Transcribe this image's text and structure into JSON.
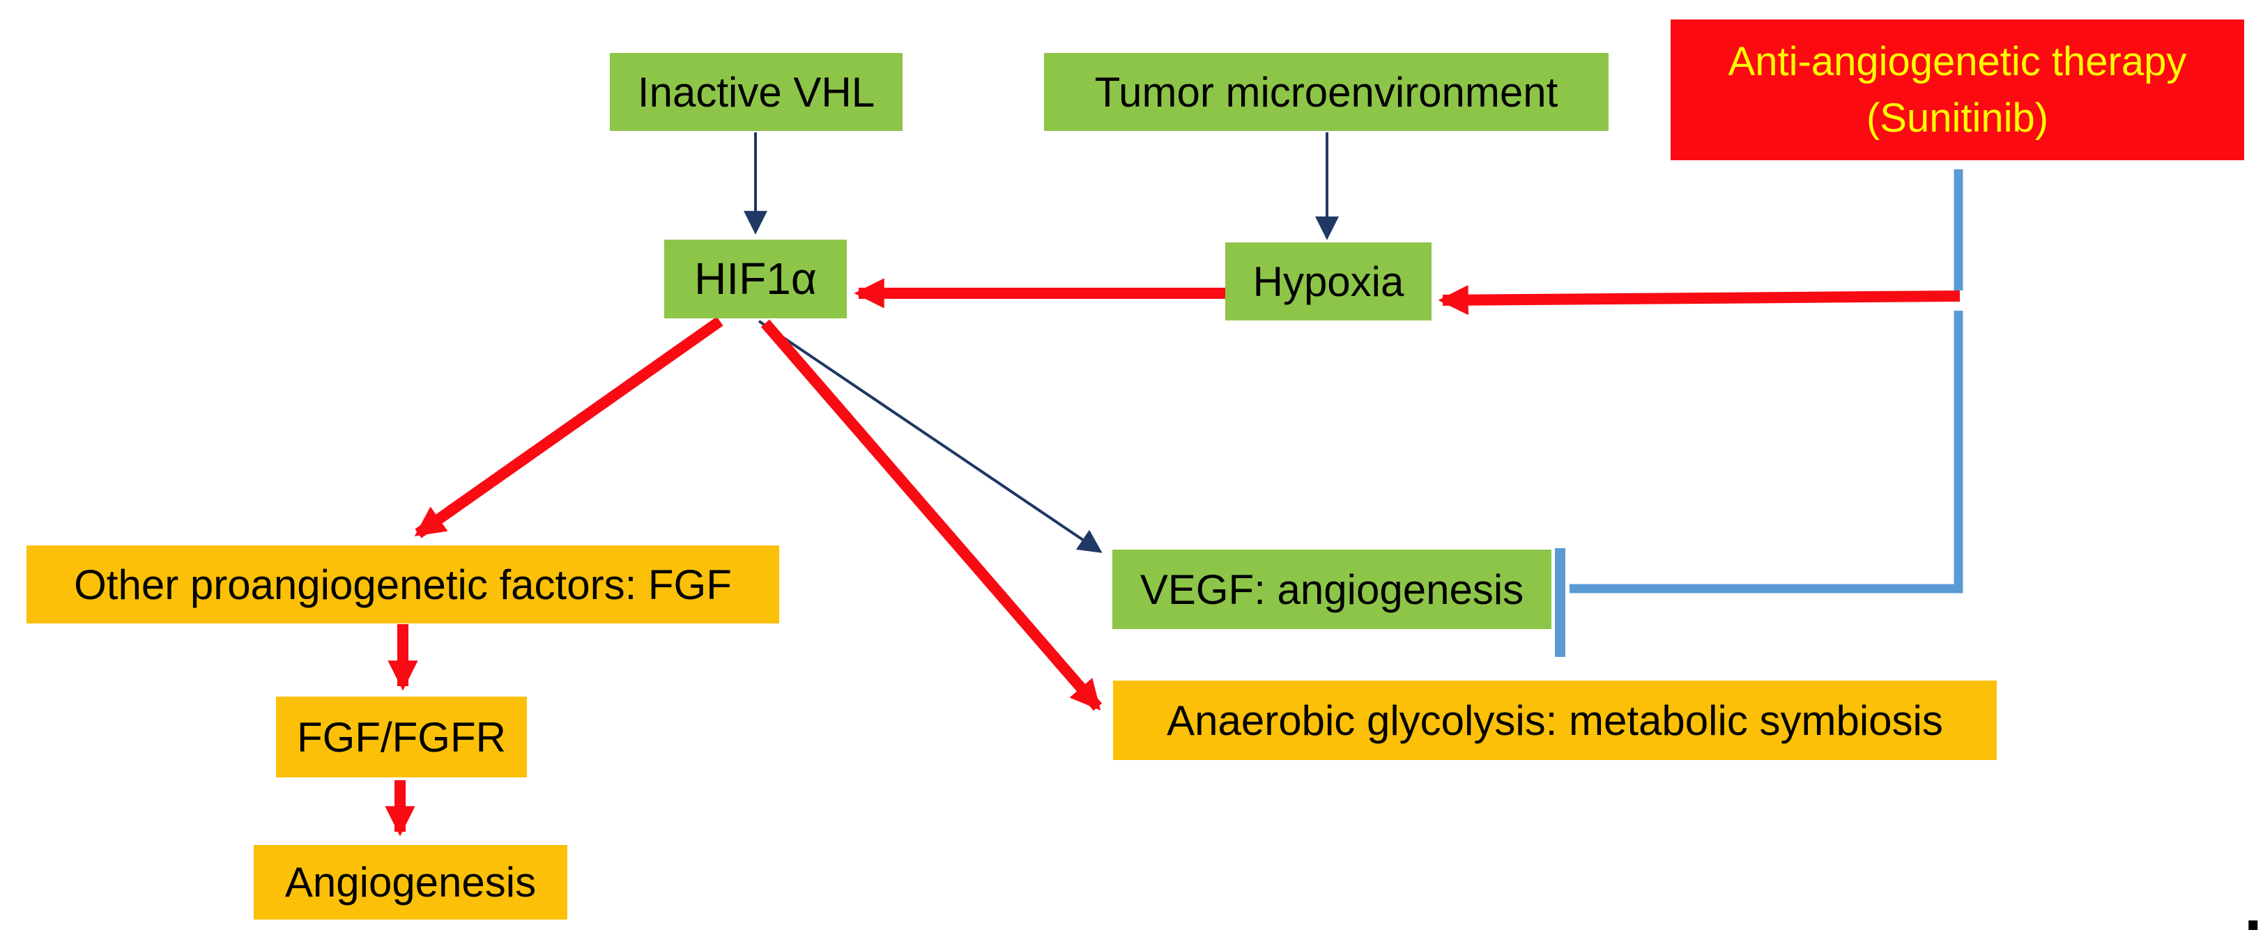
{
  "diagram": {
    "background": "#ffffff",
    "palette": {
      "green_box": "#8dc549",
      "orange_box": "#fcc008",
      "red_box": "#fb0a12",
      "yellow_text": "#ffff00",
      "black_text": "#000000",
      "red_arrow": "#f90b13",
      "navy_arrow": "#1f3864",
      "blue_inhibitor": "#5b9bd5"
    },
    "nodes": {
      "inactive_vhl": {
        "label": "Inactive VHL",
        "bg": "#8dc549",
        "fg": "#000000"
      },
      "tumor_microenvironment": {
        "label": "Tumor microenvironment",
        "bg": "#8dc549",
        "fg": "#000000"
      },
      "anti_angiogenetic_therapy": {
        "label": "Anti-angiogenetic therapy (Sunitinib)",
        "line1": "Anti-angiogenetic therapy",
        "line2": "(Sunitinib)",
        "bg": "#fb0a12",
        "fg": "#ffff00"
      },
      "hif1a": {
        "label": "HIF1α",
        "bg": "#8dc549",
        "fg": "#000000"
      },
      "hypoxia": {
        "label": "Hypoxia",
        "bg": "#8dc549",
        "fg": "#000000"
      },
      "other_proangiogenetic_factors": {
        "label": "Other proangiogenetic factors: FGF",
        "bg": "#fcc008",
        "fg": "#000000"
      },
      "vegf_angiogenesis": {
        "label": "VEGF: angiogenesis",
        "bg": "#8dc549",
        "fg": "#000000"
      },
      "anaerobic_glycolysis": {
        "label": "Anaerobic glycolysis: metabolic symbiosis",
        "bg": "#fcc008",
        "fg": "#000000"
      },
      "fgf_fgfr": {
        "label": "FGF/FGFR",
        "bg": "#fcc008",
        "fg": "#000000"
      },
      "angiogenesis": {
        "label": "Angiogenesis",
        "bg": "#fcc008",
        "fg": "#000000"
      }
    },
    "edges": [
      {
        "from": "inactive_vhl",
        "to": "hif1a",
        "type": "arrow",
        "style": "thin",
        "color": "#1f3864"
      },
      {
        "from": "tumor_microenvironment",
        "to": "hypoxia",
        "type": "arrow",
        "style": "thin",
        "color": "#1f3864"
      },
      {
        "from": "anti_angiogenetic_therapy",
        "to": "hypoxia",
        "type": "arrow",
        "style": "thick",
        "color": "#f90b13"
      },
      {
        "from": "hypoxia",
        "to": "hif1a",
        "type": "arrow",
        "style": "thick",
        "color": "#f90b13"
      },
      {
        "from": "hif1a",
        "to": "other_proangiogenetic_factors",
        "type": "arrow",
        "style": "thick",
        "color": "#f90b13"
      },
      {
        "from": "hif1a",
        "to": "vegf_angiogenesis",
        "type": "arrow",
        "style": "thin",
        "color": "#1f3864"
      },
      {
        "from": "hif1a",
        "to": "anaerobic_glycolysis",
        "type": "arrow",
        "style": "thick",
        "color": "#f90b13"
      },
      {
        "from": "other_proangiogenetic_factors",
        "to": "fgf_fgfr",
        "type": "arrow",
        "style": "thick",
        "color": "#f90b13"
      },
      {
        "from": "fgf_fgfr",
        "to": "angiogenesis",
        "type": "arrow",
        "style": "thick",
        "color": "#f90b13"
      },
      {
        "from": "anti_angiogenetic_therapy",
        "to": "vegf_angiogenesis",
        "type": "inhibition",
        "style": "elbow",
        "color": "#5b9bd5"
      }
    ],
    "footer": {
      "period": "."
    }
  }
}
